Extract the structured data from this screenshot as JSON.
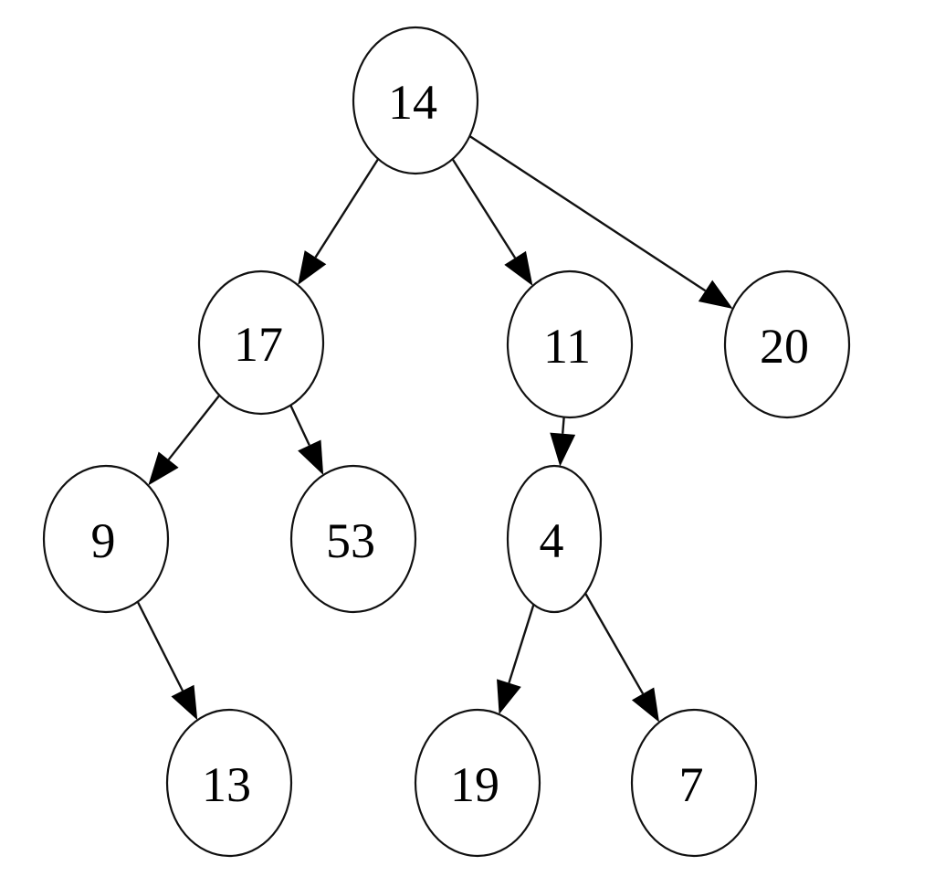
{
  "diagram": {
    "nodes": [
      {
        "id": "n14",
        "label": "14"
      },
      {
        "id": "n17",
        "label": "17"
      },
      {
        "id": "n11",
        "label": "11"
      },
      {
        "id": "n20",
        "label": "20"
      },
      {
        "id": "n9",
        "label": "9"
      },
      {
        "id": "n53",
        "label": "53"
      },
      {
        "id": "n4",
        "label": "4"
      },
      {
        "id": "n13",
        "label": "13"
      },
      {
        "id": "n19",
        "label": "19"
      },
      {
        "id": "n7",
        "label": "7"
      }
    ],
    "edges": [
      {
        "from": "n14",
        "to": "n17"
      },
      {
        "from": "n14",
        "to": "n11"
      },
      {
        "from": "n14",
        "to": "n20"
      },
      {
        "from": "n17",
        "to": "n9"
      },
      {
        "from": "n17",
        "to": "n53"
      },
      {
        "from": "n11",
        "to": "n4"
      },
      {
        "from": "n9",
        "to": "n13"
      },
      {
        "from": "n4",
        "to": "n19"
      },
      {
        "from": "n4",
        "to": "n7"
      }
    ]
  }
}
